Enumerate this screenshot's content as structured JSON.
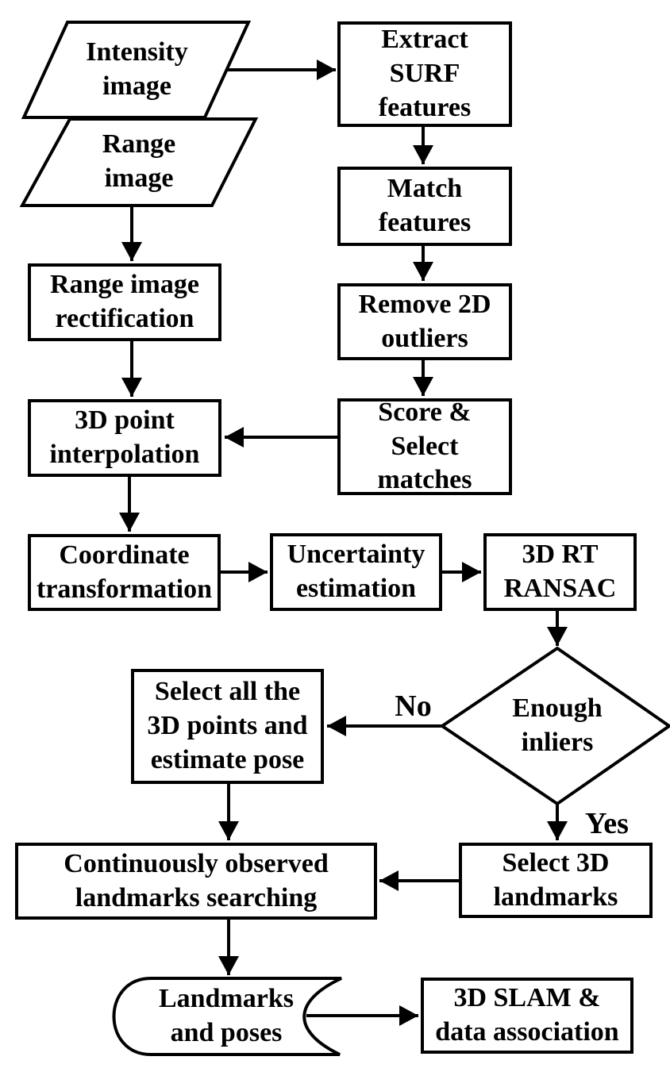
{
  "flowchart": {
    "nodes": {
      "intensity_image": "Intensity\nimage",
      "range_image": "Range\nimage",
      "extract_surf": "Extract\nSURF\nfeatures",
      "match_features": "Match\nfeatures",
      "remove_outliers": "Remove 2D\noutliers",
      "score_select": "Score &\nSelect\nmatches",
      "range_rectification": "Range image\nrectification",
      "point_interpolation": "3D point\ninterpolation",
      "coordinate_transformation": "Coordinate\ntransformation",
      "uncertainty_estimation": "Uncertainty\nestimation",
      "ransac": "3D RT\nRANSAC",
      "enough_inliers": "Enough\ninliers",
      "select_all_points": "Select all the\n3D points and\nestimate pose",
      "continuously_observed": "Continuously observed\nlandmarks searching",
      "select_landmarks": "Select 3D\nlandmarks",
      "landmarks_poses": "Landmarks\nand poses",
      "slam": "3D SLAM &\ndata association"
    },
    "branch_labels": {
      "no": "No",
      "yes": "Yes"
    },
    "colors": {
      "stroke": "#000000",
      "fill": "#ffffff",
      "text": "#000000"
    }
  }
}
